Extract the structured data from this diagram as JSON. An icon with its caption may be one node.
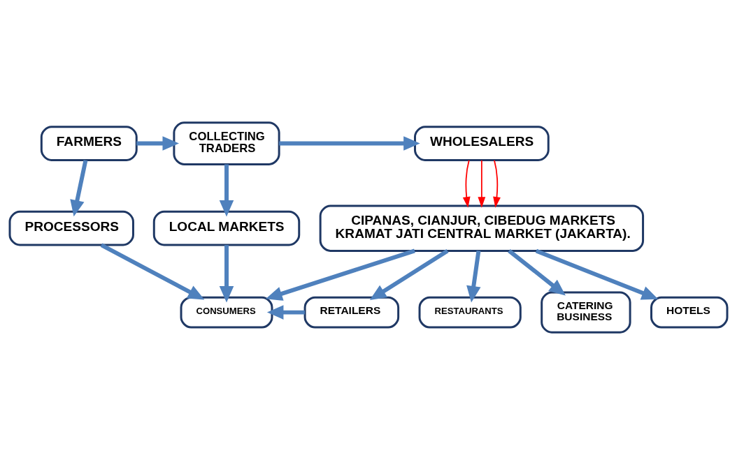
{
  "diagram": {
    "nodes": [
      {
        "text": [
          "FARMERS"
        ]
      },
      {
        "text": [
          "COLLECTING TRADERS"
        ]
      },
      {
        "text": [
          "WHOLESALERS"
        ]
      },
      {
        "text": [
          "PROCESSORS"
        ]
      },
      {
        "text": [
          "LOCAL MARKETS"
        ]
      },
      {
        "text": [
          "CIPANAS, CIANJUR, CIBEDUG MARKETS KRAMAT JATI CENTRAL MARKET (JAKARTA)."
        ]
      },
      {
        "text": [
          "CONSUMERS"
        ]
      },
      {
        "text": [
          "RETAILERS"
        ]
      },
      {
        "text": [
          "RESTAURANTS"
        ]
      },
      {
        "text": [
          "CATERING BUSINESS"
        ]
      },
      {
        "text": [
          "HOTELS"
        ]
      }
    ],
    "edges": [
      {
        "from": 0,
        "to": 1,
        "arrow": "to"
      },
      {
        "from": 1,
        "to": 2,
        "arrow": "to"
      },
      {
        "from": 0,
        "to": 3,
        "arrow": "to"
      },
      {
        "from": 1,
        "to": 4,
        "arrow": "to"
      },
      {
        "from": 2,
        "to": 5,
        "arrow": "to",
        "color": "#ff0000"
      },
      {
        "from": 2,
        "to": 5,
        "arrow": "to",
        "color": "#ff0000"
      },
      {
        "from": 2,
        "to": 5,
        "arrow": "to",
        "color": "#ff0000"
      },
      {
        "from": 3,
        "to": 6,
        "arrow": "to"
      },
      {
        "from": 4,
        "to": 6,
        "arrow": "to"
      },
      {
        "from": 5,
        "to": 6,
        "arrow": "to"
      },
      {
        "from": 5,
        "to": 7,
        "arrow": "to"
      },
      {
        "from": 5,
        "to": 8,
        "arrow": "to"
      },
      {
        "from": 5,
        "to": 9,
        "arrow": "to"
      },
      {
        "from": 5,
        "to": 10,
        "arrow": "to"
      },
      {
        "from": 7,
        "to": 6,
        "arrow": "to"
      }
    ]
  }
}
